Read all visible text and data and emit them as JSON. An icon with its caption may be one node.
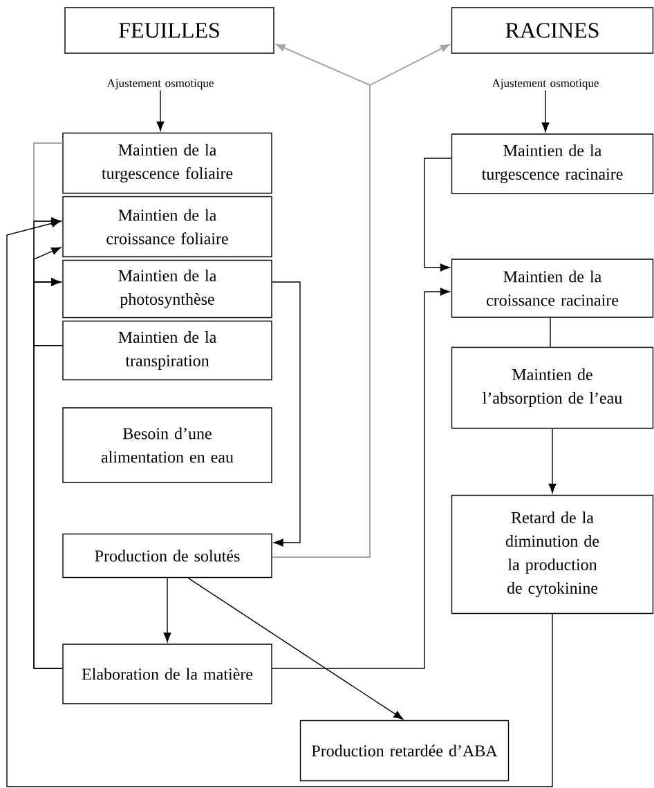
{
  "diagram": {
    "nodes": [
      {
        "text": [
          "FEUILLES"
        ]
      },
      {
        "text": [
          "RACINES"
        ]
      },
      {
        "text": [
          "Ajustement osmotique"
        ]
      },
      {
        "text": [
          "Ajustement osmotique"
        ]
      },
      {
        "text": [
          "Maintien de la turgescence foliaire"
        ]
      },
      {
        "text": [
          "Maintien de la croissance foliaire"
        ]
      },
      {
        "text": [
          "Maintien de la photosynthèse"
        ]
      },
      {
        "text": [
          "Maintien de la transpiration"
        ]
      },
      {
        "text": [
          "Besoin d’une alimentation en eau"
        ]
      },
      {
        "text": [
          "Production de solutés"
        ]
      },
      {
        "text": [
          "Elaboration de la matière"
        ]
      },
      {
        "text": [
          "Production retardée d’ABA"
        ]
      },
      {
        "text": [
          "Maintien de la turgescence racinaire"
        ]
      },
      {
        "text": [
          "Maintien de la croissance racinaire"
        ]
      },
      {
        "text": [
          "Maintien de l’absorption de l’eau"
        ]
      },
      {
        "text": [
          "Retard de la diminution de la production de cytokinine"
        ]
      }
    ],
    "edges": [
      {
        "from": 9,
        "to": 0,
        "arrow": "to",
        "color": "#a6a6a6"
      },
      {
        "from": 9,
        "to": 1,
        "arrow": "to",
        "color": "#a6a6a6"
      },
      {
        "from": 4,
        "to": 5,
        "arrow": "to",
        "color": "#a6a6a6"
      },
      {
        "from": 4,
        "to": 6,
        "arrow": "to",
        "color": "#a6a6a6"
      },
      {
        "from": 2,
        "to": 4,
        "arrow": "to"
      },
      {
        "from": 3,
        "to": 12,
        "arrow": "to"
      },
      {
        "from": 7,
        "to": 5,
        "arrow": "to"
      },
      {
        "from": 7,
        "to": 6,
        "arrow": "to"
      },
      {
        "from": 10,
        "to": 5,
        "arrow": "to"
      },
      {
        "from": 10,
        "to": 6,
        "arrow": "to"
      },
      {
        "from": 15,
        "to": 5,
        "arrow": "to"
      },
      {
        "from": 6,
        "to": 9,
        "arrow": "to"
      },
      {
        "from": 9,
        "to": 10,
        "arrow": "to"
      },
      {
        "from": 9,
        "to": 11,
        "arrow": "to"
      },
      {
        "from": 12,
        "to": 13,
        "arrow": "to"
      },
      {
        "from": 10,
        "to": 13,
        "arrow": "to"
      },
      {
        "from": 13,
        "to": 14,
        "arrow": "none"
      },
      {
        "from": 14,
        "to": 15,
        "arrow": "to"
      }
    ]
  }
}
